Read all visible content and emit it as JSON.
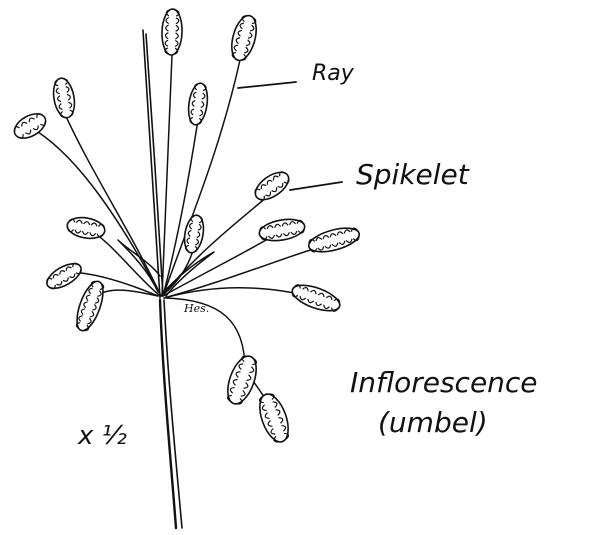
{
  "labels": {
    "ray": "Ray",
    "spikelet": "Spikelet",
    "inflorescence": "Inflorescence",
    "umbel": "(umbel)",
    "scale": "x ½"
  },
  "signature": "Hes.",
  "colors": {
    "ink": "#111111",
    "paper": "#ffffff"
  }
}
